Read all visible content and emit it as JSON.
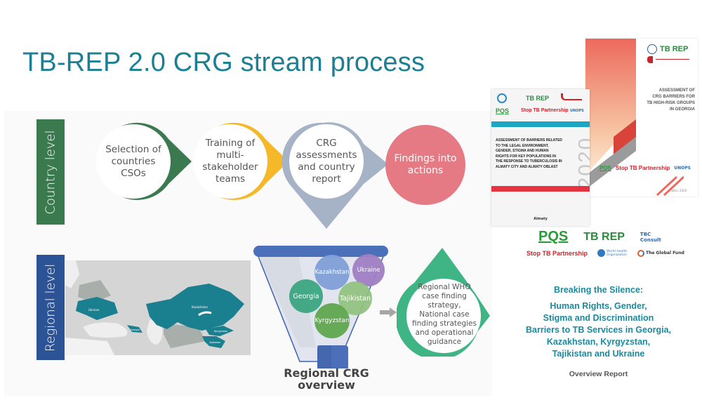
{
  "slide": {
    "title": "TB-REP 2.0 CRG stream process"
  },
  "country_level": {
    "label": "Country level",
    "steps": [
      {
        "text_lines": [
          "Selection of",
          "countries",
          "CSOs"
        ],
        "color": "#3b7a4f"
      },
      {
        "text_lines": [
          "Training of",
          "multi-",
          "stakeholder",
          "teams"
        ],
        "color": "#f5b829"
      },
      {
        "text_lines": [
          "CRG",
          "assessments",
          "and country",
          "report"
        ],
        "color": "#a6b3c6"
      },
      {
        "text_lines": [
          "Findings into",
          "actions"
        ],
        "color": "#e57a84"
      }
    ]
  },
  "regional_level": {
    "label": "Regional level",
    "map": {
      "highlighted_countries": [
        "Ukraine",
        "Georgia",
        "Kazakhstan",
        "Kyrgyzstan",
        "Tajikistan"
      ],
      "highlight_color": "#1a8090"
    },
    "funnel": {
      "title_lines": [
        "Regional CRG",
        "overview"
      ],
      "bubbles": [
        {
          "label": "Kazakhstan",
          "color": "#7f9fd6"
        },
        {
          "label": "Ukraine",
          "color": "#9f7fc4"
        },
        {
          "label": "Georgia",
          "color": "#3aa57f"
        },
        {
          "label": "Tajikistan",
          "color": "#92c281"
        },
        {
          "label": "Kyrgyzstan",
          "color": "#5fa64e"
        }
      ]
    },
    "outcome": {
      "text_lines": [
        "Regional WHO",
        "case finding strategy,",
        "National case",
        "finding strategies",
        "and operational",
        "guidance"
      ],
      "color": "#3fb586"
    }
  },
  "report_covers": {
    "almaty": {
      "title_lines": [
        "ASSESSMENT OF BARRIERS RELATED",
        "TO THE LEGAL ENVIRONMENT,",
        "GENDER, STIGMA AND HUMAN",
        "RIGHTS FOR KEY POPULATIONS IN",
        "THE RESPONSE TO TUBERCULOSIS IN",
        "ALMATY CITY AND ALMATY OBLAST"
      ],
      "year": "2020",
      "place": "Almaty",
      "logos": [
        "TB REP",
        "PQS",
        "Stop TB Partnership",
        "UNOPS"
      ]
    },
    "georgia": {
      "title_lines": [
        "ASSESSMENT OF",
        "CRG BARRIERS FOR",
        "TB HIGH-RISK GROUPS",
        "IN GEORGIA"
      ],
      "logos": [
        "TB REP",
        "PQS",
        "Stop TB Partnership",
        "UNOPS"
      ],
      "place_date": "Tbilisi, 2020"
    }
  },
  "overview_report": {
    "logos": [
      "PQS",
      "TB REP",
      "TBC Consult",
      "Stop TB Partnership",
      "World Health Organization",
      "The Global Fund"
    ],
    "heading": "Breaking the Silence:",
    "subtitle_lines": [
      "Human Rights, Gender,",
      "Stigma and Discrimination",
      "Barriers to TB Services in Georgia,",
      "Kazakhstan, Kyrgyzstan,",
      "Tajikistan and Ukraine"
    ],
    "label": "Overview Report"
  }
}
